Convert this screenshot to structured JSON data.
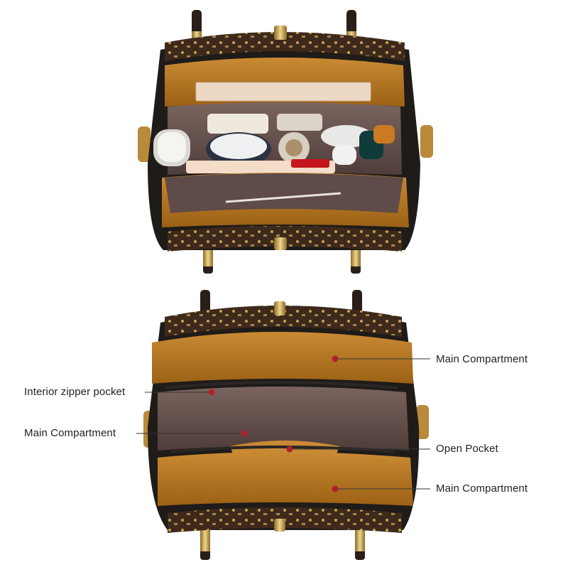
{
  "callouts": {
    "left": [
      {
        "text": "Interior zipper pocket"
      },
      {
        "text": "Main Compartment"
      }
    ],
    "right": [
      {
        "text": "Main Compartment"
      },
      {
        "text": "Open Pocket"
      },
      {
        "text": "Main Compartment"
      }
    ]
  },
  "colors": {
    "leather_dark": "#1f1b18",
    "lining_tan": "#b7741e",
    "lining_mauve": "#6a5450",
    "hardware_gold": "#c9a24d",
    "pattern_brown": "#4a3423",
    "marker_red": "#b0202a",
    "leader_line": "#333333"
  }
}
